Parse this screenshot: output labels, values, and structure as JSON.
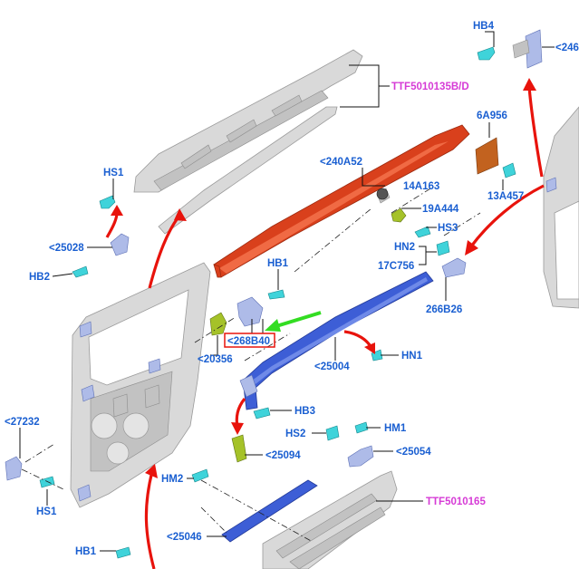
{
  "labels": {
    "hb4": "HB4",
    "p246_top": "<246",
    "ttf5010135": "TTF5010135B/D",
    "p6a956": "6A956",
    "p240a52": "<240A52",
    "p14a163": "14A163",
    "p13a457": "13A457",
    "p19a444": "19A444",
    "hs3": "HS3",
    "hn2": "HN2",
    "p17c756": "17C756",
    "p266b26": "266B26",
    "hs1_top": "HS1",
    "p25028": "<25028",
    "hb2": "HB2",
    "hb1_mid": "HB1",
    "p268b40": "<268B40",
    "p20356": "<20356",
    "p25004": "<25004",
    "hn1": "HN1",
    "hb3": "HB3",
    "p27232": "<27232",
    "hs2": "HS2",
    "hm1": "HM1",
    "p25094": "<25094",
    "p25054": "<25054",
    "hm2": "HM2",
    "ttf5010165": "TTF5010165",
    "hs1_bottom": "HS1",
    "p25046": "<25046",
    "hb1_bottom": "HB1"
  },
  "colors": {
    "label_blue": "#1a5fd1",
    "label_magenta": "#d63bd6",
    "callout_red": "#e8130c",
    "pointer_green": "#33dd22",
    "highlight_box": "#e8130c"
  },
  "highlight": {
    "label_key": "p268b40",
    "pointer": "green-arrow"
  }
}
